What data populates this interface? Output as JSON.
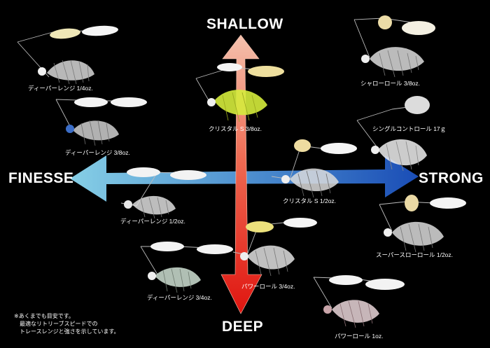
{
  "axes": {
    "top": "SHALLOW",
    "bottom": "DEEP",
    "left": "FINESSE",
    "right": "STRONG"
  },
  "lures": [
    {
      "id": "deeper-range-14",
      "label": "ディーパーレンジ 1/4oz."
    },
    {
      "id": "deeper-range-38",
      "label": "ディーパーレンジ 3/8oz."
    },
    {
      "id": "deeper-range-12",
      "label": "ディーパーレンジ 1/2oz."
    },
    {
      "id": "deeper-range-34",
      "label": "ディーパーレンジ 3/4oz."
    },
    {
      "id": "crystal-s-38",
      "label": "クリスタル S 3/8oz."
    },
    {
      "id": "crystal-s-12",
      "label": "クリスタル S 1/2oz."
    },
    {
      "id": "power-roll-34",
      "label": "パワーロール 3/4oz."
    },
    {
      "id": "power-roll-1",
      "label": "パワーロール 1oz."
    },
    {
      "id": "shallow-roll-38",
      "label": "シャローロール 3/8oz."
    },
    {
      "id": "single-control-17",
      "label": "シングルコントロール 17ｇ"
    },
    {
      "id": "super-slow-roll-12",
      "label": "スーパースローロール 1/2oz."
    }
  ],
  "note": [
    "※あくまでも目安です。",
    "　最適なリトリーブスピードでの",
    "　トレースレンジと強さを示しています。"
  ],
  "colors": {
    "vertical_top": "#f2b7a0",
    "vertical_bottom": "#e0150f",
    "horizontal_left": "#7cc6e3",
    "horizontal_right": "#1c52b8"
  }
}
